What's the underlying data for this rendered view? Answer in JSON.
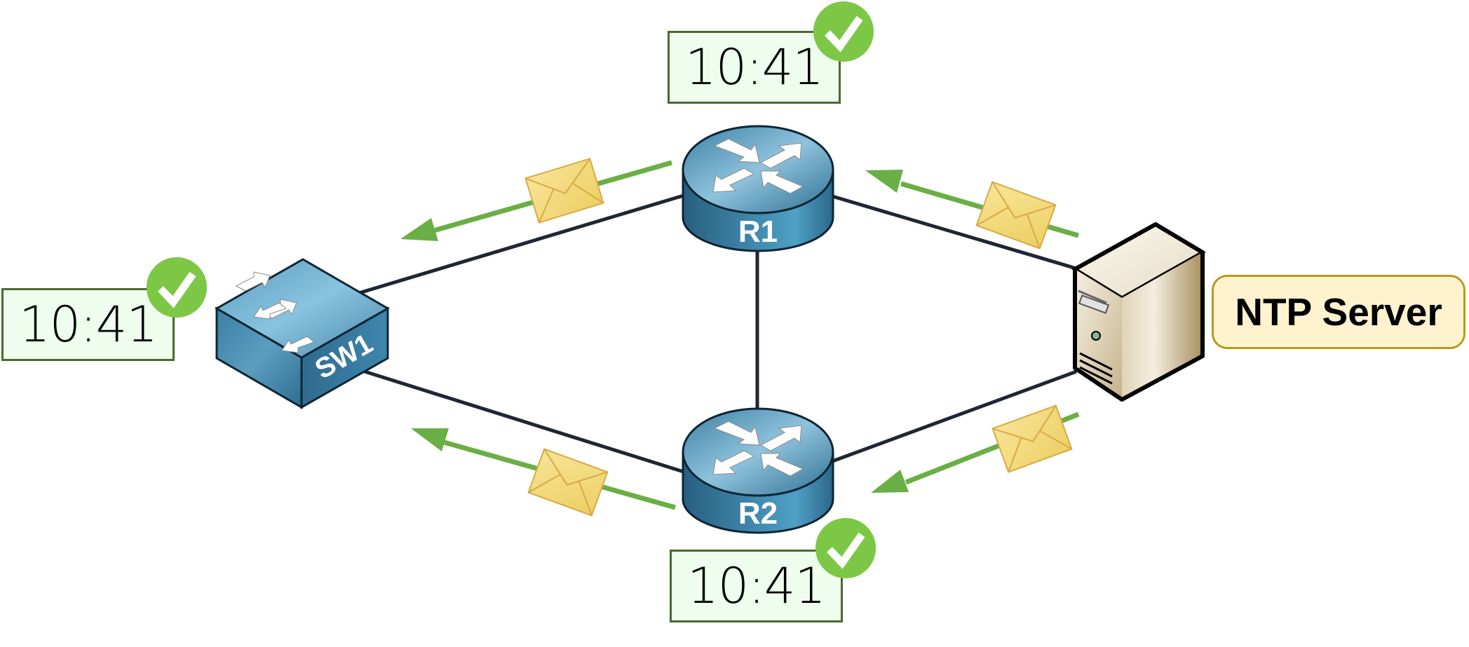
{
  "diagram": {
    "title": "NTP time synchronization",
    "colors": {
      "link": "#1f2633",
      "ntp_flow": "#6aaf45",
      "clock_bg": "#eefded",
      "clock_border": "#4a6a2e",
      "check_badge": "#7cc846",
      "device_blue": "#3f88ad",
      "envelope": "#f3d77a",
      "server_label_bg": "#fff2cf",
      "server_label_border": "#b89a1e"
    },
    "nodes": [
      {
        "id": "R1",
        "type": "router",
        "label": "R1",
        "clock": "10:41",
        "synced": true
      },
      {
        "id": "R2",
        "type": "router",
        "label": "R2",
        "clock": "10:41",
        "synced": true
      },
      {
        "id": "SW1",
        "type": "switch",
        "label": "SW1",
        "clock": "10:41",
        "synced": true
      },
      {
        "id": "NTP",
        "type": "server",
        "label": "NTP Server"
      }
    ],
    "links": [
      {
        "from": "SW1",
        "to": "R1"
      },
      {
        "from": "SW1",
        "to": "R2"
      },
      {
        "from": "R1",
        "to": "R2"
      },
      {
        "from": "R1",
        "to": "NTP"
      },
      {
        "from": "R2",
        "to": "NTP"
      }
    ],
    "messages": [
      {
        "from": "NTP",
        "to": "R1",
        "icon": "envelope-icon"
      },
      {
        "from": "NTP",
        "to": "R2",
        "icon": "envelope-icon"
      },
      {
        "from": "R1",
        "to": "SW1",
        "icon": "envelope-icon"
      },
      {
        "from": "R2",
        "to": "SW1",
        "icon": "envelope-icon"
      }
    ]
  },
  "labels": {
    "r1": "R1",
    "r2": "R2",
    "sw1": "SW1",
    "ntp_server": "NTP Server",
    "clock_r1": "10:41",
    "clock_r2": "10:41",
    "clock_sw1": "10:41"
  }
}
